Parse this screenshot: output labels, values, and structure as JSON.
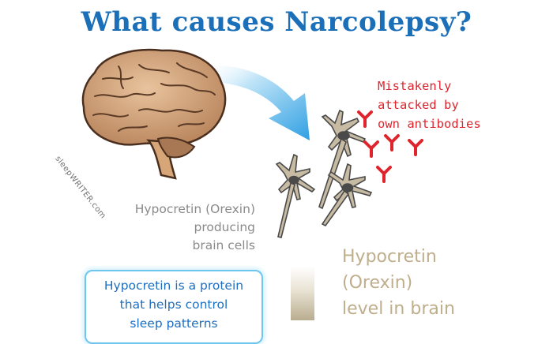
{
  "title": "What causes Narcolepsy?",
  "antibody_label": [
    "Mistakenly",
    "attacked by",
    "own antibodies"
  ],
  "cells_label": [
    "Hypocretin (Orexin)",
    "producing",
    "brain cells"
  ],
  "level_label": [
    "Hypocretin",
    "(Orexin)",
    "level in brain"
  ],
  "info_box": [
    "Hypocretin is a protein",
    "that helps control",
    "sleep patterns"
  ],
  "watermark": "sleepWRITER.com",
  "colors": {
    "title": "#1a6fb8",
    "antibody": "#e0242c",
    "arrow": "#3aa9e6",
    "neuron": "#c8bba3",
    "brain": "#c99a72"
  }
}
